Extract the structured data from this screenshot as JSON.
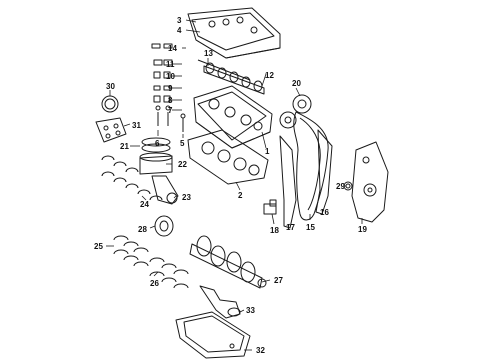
{
  "callouts": [
    {
      "id": "c1",
      "label": "1"
    },
    {
      "id": "c2",
      "label": "2"
    },
    {
      "id": "c3",
      "label": "3"
    },
    {
      "id": "c4",
      "label": "4"
    },
    {
      "id": "c5",
      "label": "5"
    },
    {
      "id": "c6",
      "label": "6"
    },
    {
      "id": "c7",
      "label": "7"
    },
    {
      "id": "c8",
      "label": "8"
    },
    {
      "id": "c9",
      "label": "9"
    },
    {
      "id": "c10",
      "label": "10"
    },
    {
      "id": "c11",
      "label": "11"
    },
    {
      "id": "c12",
      "label": "12"
    },
    {
      "id": "c13",
      "label": "13"
    },
    {
      "id": "c14",
      "label": "14"
    },
    {
      "id": "c15",
      "label": "15"
    },
    {
      "id": "c16",
      "label": "16"
    },
    {
      "id": "c17",
      "label": "17"
    },
    {
      "id": "c18",
      "label": "18"
    },
    {
      "id": "c19",
      "label": "19"
    },
    {
      "id": "c20",
      "label": "20"
    },
    {
      "id": "c21",
      "label": "21"
    },
    {
      "id": "c22",
      "label": "22"
    },
    {
      "id": "c23",
      "label": "23"
    },
    {
      "id": "c24",
      "label": "24"
    },
    {
      "id": "c25",
      "label": "25"
    },
    {
      "id": "c26",
      "label": "26"
    },
    {
      "id": "c27",
      "label": "27"
    },
    {
      "id": "c28",
      "label": "28"
    },
    {
      "id": "c29",
      "label": "29"
    },
    {
      "id": "c30",
      "label": "30"
    },
    {
      "id": "c31",
      "label": "31"
    },
    {
      "id": "c32",
      "label": "32"
    },
    {
      "id": "c33",
      "label": "33"
    }
  ]
}
